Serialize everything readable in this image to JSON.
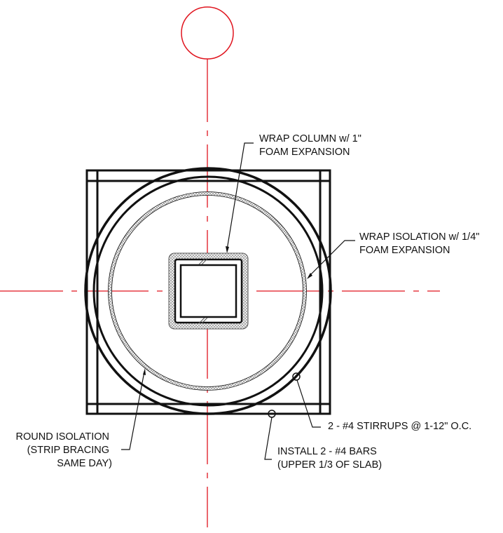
{
  "colors": {
    "linework": "#111111",
    "centerline": "#e0141e",
    "foam_hatch": "#9a9a9a"
  },
  "notes": {
    "wrap_column": [
      "WRAP COLUMN w/ 1\"",
      "FOAM EXPANSION"
    ],
    "wrap_isolation": [
      "WRAP ISOLATION w/ 1/4\"",
      "FOAM EXPANSION"
    ],
    "round_isolation": [
      "ROUND ISOLATION",
      "(STRIP BRACING",
      "SAME DAY)"
    ],
    "stirrups": [
      "2 - #4 STIRRUPS @ 1-12\" O.C."
    ],
    "install_bars": [
      "INSTALL 2 - #4 BARS",
      "(UPPER 1/3 OF SLAB)"
    ]
  }
}
